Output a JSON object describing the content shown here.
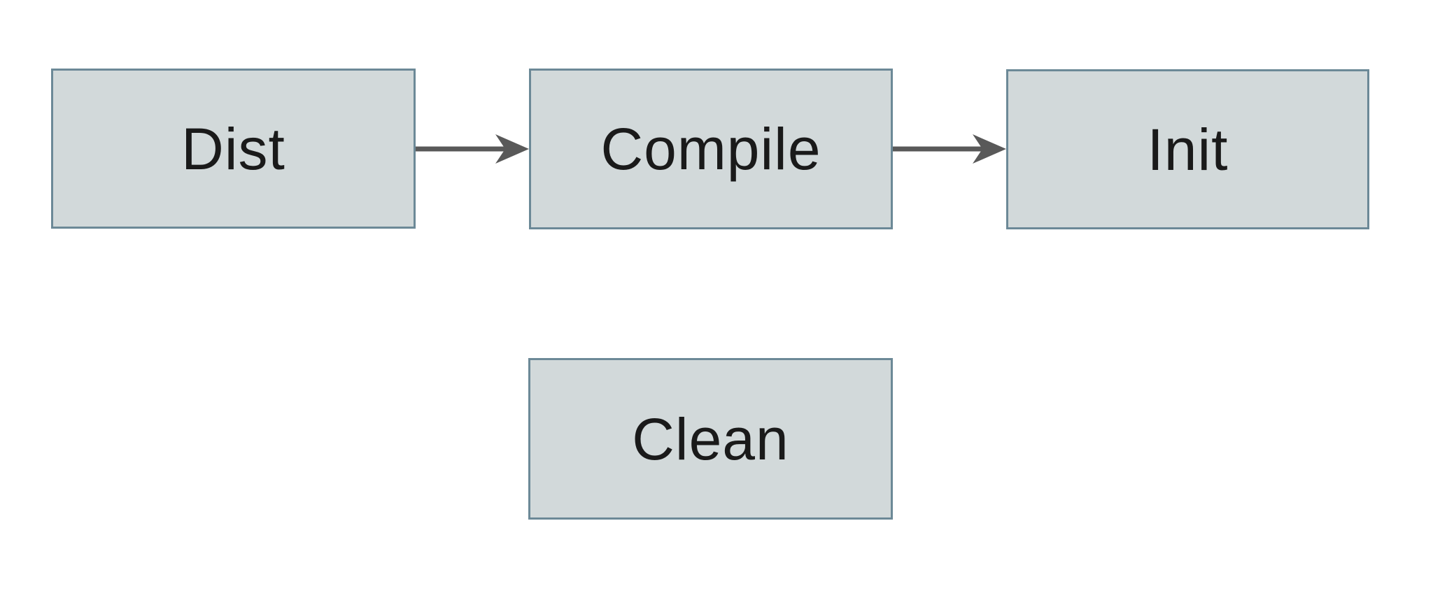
{
  "diagram": {
    "title": "build-targets-flow",
    "nodes": [
      {
        "id": "dist",
        "label": "Dist"
      },
      {
        "id": "compile",
        "label": "Compile"
      },
      {
        "id": "init",
        "label": "Init"
      },
      {
        "id": "clean",
        "label": "Clean"
      }
    ],
    "edges": [
      {
        "from": "Dist",
        "to": "Compile",
        "direction": "right"
      },
      {
        "from": "Compile",
        "to": "Init",
        "direction": "right"
      }
    ]
  },
  "colors": {
    "background": "#ffffff",
    "node_fill": "#d2d9da",
    "node_border": "#6c8997",
    "arrow": "#595959",
    "text": "#1a1a1a"
  }
}
